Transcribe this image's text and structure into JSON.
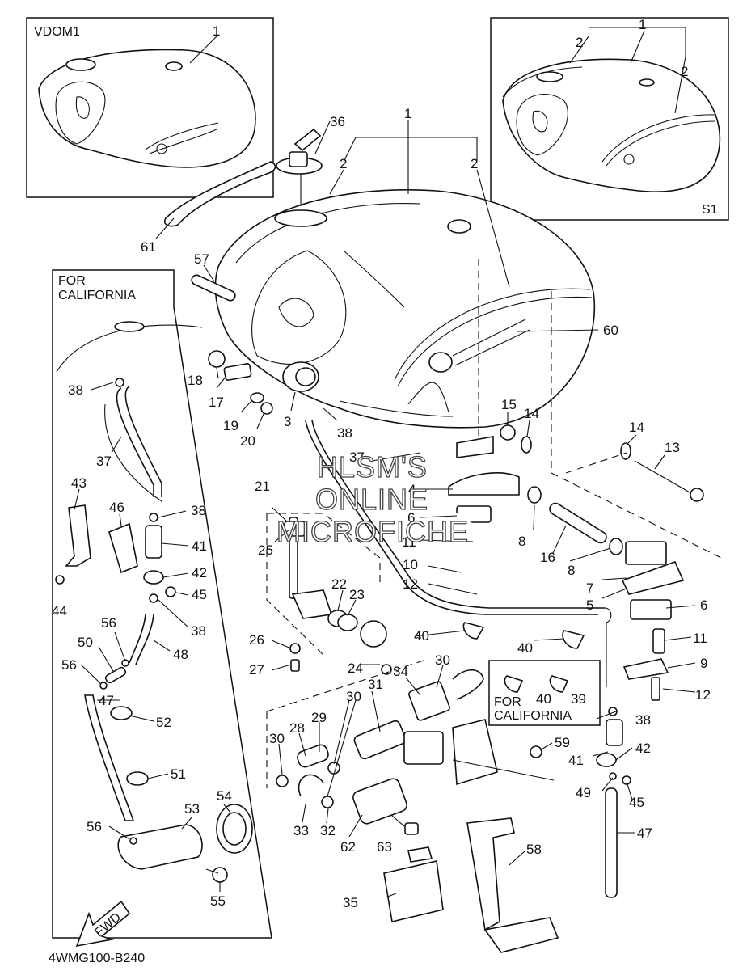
{
  "diagram_code": "4WMG100-B240",
  "watermark": {
    "line1": "HLSM'S",
    "line2": "ONLINE",
    "line3": "MICROFICHE"
  },
  "insets": {
    "vdom1": "VDOM1",
    "s1": "S1",
    "california_line1": "FOR",
    "california_line2": "CALIFORNIA",
    "california_small_line1": "FOR",
    "california_small_line2": "CALIFORNIA"
  },
  "fwd_label": "FWD",
  "callouts": {
    "vdom1_1": "1",
    "s1_1": "1",
    "s1_2a": "2",
    "s1_2b": "2",
    "main_1": "1",
    "main_2a": "2",
    "main_2b": "2",
    "p3": "3",
    "p4": "4",
    "p5": "5",
    "p6a": "6",
    "p6b": "6",
    "p7": "7",
    "p8a": "8",
    "p8b": "8",
    "p9": "9",
    "p10": "10",
    "p11a": "11",
    "p11b": "11",
    "p12a": "12",
    "p12b": "12",
    "p13": "13",
    "p14a": "14",
    "p14b": "14",
    "p15": "15",
    "p16": "16",
    "p17": "17",
    "p18": "18",
    "p19": "19",
    "p20": "20",
    "p21": "21",
    "p22": "22",
    "p23": "23",
    "p24": "24",
    "p25": "25",
    "p26": "26",
    "p27": "27",
    "p28": "28",
    "p29": "29",
    "p30a": "30",
    "p30b": "30",
    "p30c": "30",
    "p31": "31",
    "p32": "32",
    "p33": "33",
    "p34": "34",
    "p35": "35",
    "p36": "36",
    "p37a": "37",
    "p37b": "37",
    "p38a": "38",
    "p38b": "38",
    "p38c": "38",
    "p38d": "38",
    "p38e": "38",
    "p39": "39",
    "p40a": "40",
    "p40b": "40",
    "p40c": "40",
    "p41a": "41",
    "p41b": "41",
    "p42a": "42",
    "p42b": "42",
    "p43": "43",
    "p44": "44",
    "p45a": "45",
    "p45b": "45",
    "p46": "46",
    "p47a": "47",
    "p47b": "47",
    "p48": "48",
    "p49": "49",
    "p50": "50",
    "p51": "51",
    "p52": "52",
    "p53": "53",
    "p54": "54",
    "p55": "55",
    "p56a": "56",
    "p56b": "56",
    "p56c": "56",
    "p57": "57",
    "p58": "58",
    "p59": "59",
    "p60": "60",
    "p61": "61",
    "p62": "62",
    "p63": "63"
  }
}
